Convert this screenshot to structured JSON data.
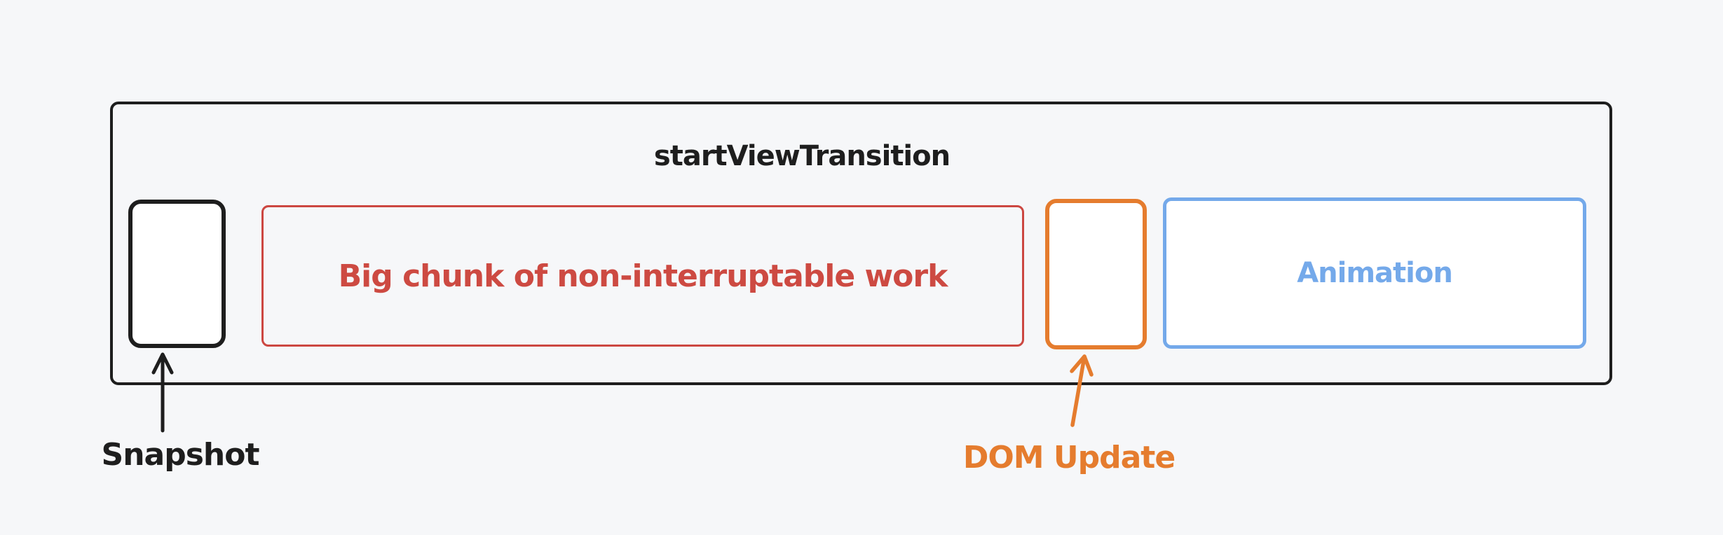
{
  "page": {
    "background_color": "#f6f7f9"
  },
  "diagram": {
    "container": {
      "title": "startViewTransition",
      "stroke_color": "#1e1e1e"
    },
    "boxes": {
      "snapshot": {
        "stroke_color": "#1e1e1e",
        "fill_color": "#ffffff"
      },
      "work": {
        "label": "Big chunk of non-interruptable work",
        "stroke_color": "#cc4741",
        "text_color": "#cd4a42"
      },
      "dom_update": {
        "stroke_color": "#e57c2e",
        "fill_color": "#ffffff"
      },
      "animation": {
        "label": "Animation",
        "stroke_color": "#74a9ea",
        "text_color": "#74a9ea",
        "fill_color": "#ffffff"
      }
    },
    "annotations": {
      "snapshot": {
        "label": "Snapshot",
        "color": "#1e1e1e"
      },
      "dom_update": {
        "label": "DOM Update",
        "color": "#e57c2e"
      }
    }
  }
}
